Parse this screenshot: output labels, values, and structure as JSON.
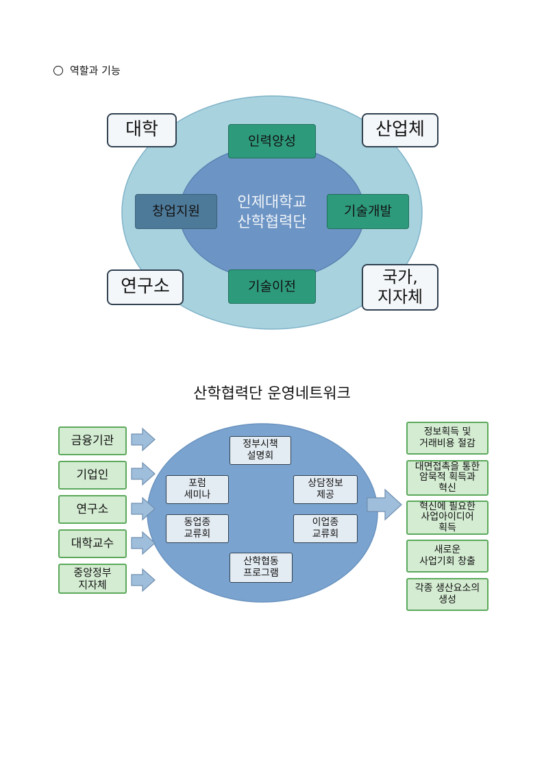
{
  "heading": {
    "text": "역할과 기능"
  },
  "diagram1": {
    "center": [
      "인제대학교",
      "산학협력단"
    ],
    "corners": {
      "top_left": "대학",
      "top_right": "산업체",
      "bottom_left": "연구소",
      "bottom_right": [
        "국가,",
        "지자체"
      ]
    },
    "functions": {
      "top": "인력양성",
      "left": "창업지원",
      "right": "기술개발",
      "bottom": "기술이전"
    }
  },
  "diagram2": {
    "title": "산학협력단 운영네트워크",
    "inputs": [
      [
        "금융기관"
      ],
      [
        "기업인"
      ],
      [
        "연구소"
      ],
      [
        "대학교수"
      ],
      [
        "중앙정부",
        "지자체"
      ]
    ],
    "activities": {
      "top": [
        "정부시책",
        "설명회"
      ],
      "left_upper": [
        "포럼",
        "세미나"
      ],
      "right_upper": [
        "상담정보",
        "제공"
      ],
      "left_lower": [
        "동업종",
        "교류회"
      ],
      "right_lower": [
        "이업종",
        "교류회"
      ],
      "bottom": [
        "산학협동",
        "프로그램"
      ]
    },
    "outputs": [
      [
        "정보획득 및",
        "거래비용 절감"
      ],
      [
        "대면접촉을 통한",
        "암묵적 획득과",
        "혁신"
      ],
      [
        "혁신에 필요한",
        "사업아이디어",
        "획득"
      ],
      [
        "새로운",
        "사업기회 창출"
      ],
      [
        "각종 생산요소의",
        "생성"
      ]
    ]
  },
  "colors": {
    "outer_ellipse": "#a8d2de",
    "inner_ellipse": "#6c94c4",
    "network_ellipse": "#7aa3cf",
    "green_box": "#2e9a7c",
    "slate_box": "#4e7a99",
    "arrow": "#9fbedb"
  }
}
